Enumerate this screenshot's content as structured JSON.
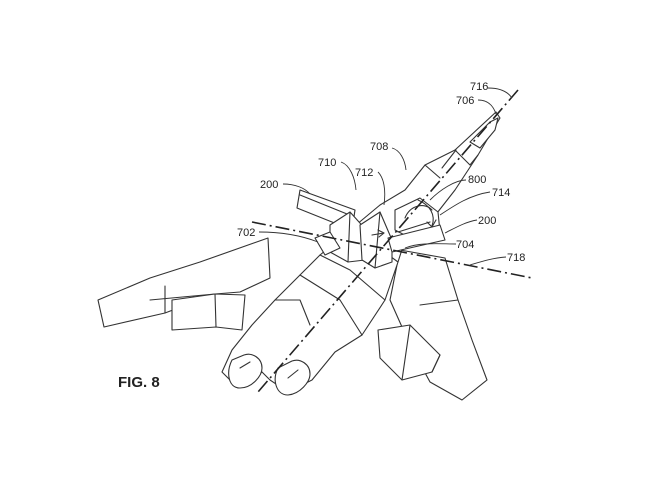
{
  "figure": {
    "label": "FIG. 8"
  },
  "refs": {
    "r716": "716",
    "r706": "706",
    "r708": "708",
    "r710": "710",
    "r712": "712",
    "r800": "800",
    "r714": "714",
    "r200a": "200",
    "r200b": "200",
    "r702": "702",
    "r704": "704",
    "r718": "718"
  }
}
